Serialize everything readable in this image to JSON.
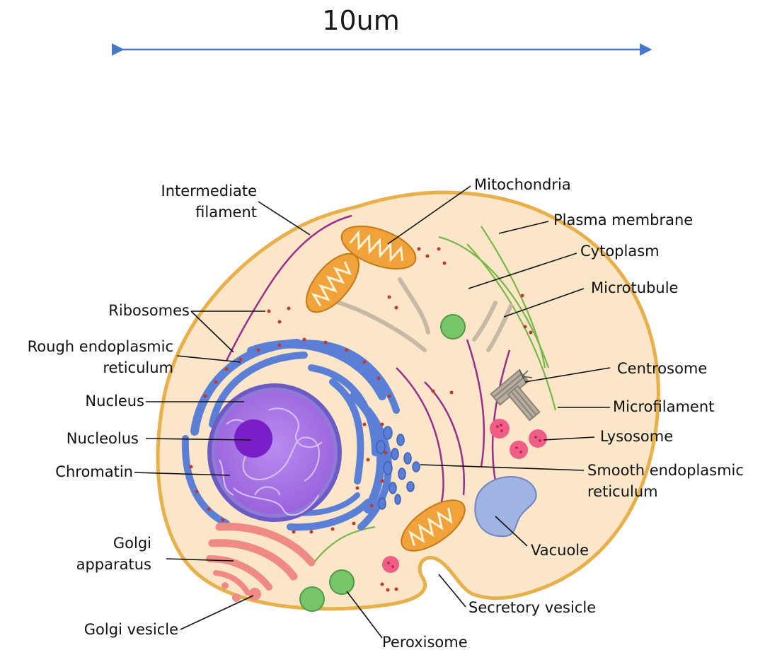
{
  "scale_bar": {
    "label": "10um",
    "color": "#4a78c8"
  },
  "labels": {
    "intermediate_filament": [
      "Intermediate",
      "filament"
    ],
    "mitochondria": "Mitochondria",
    "plasma_membrane": "Plasma membrane",
    "cytoplasm": "Cytoplasm",
    "microtubule": "Microtubule",
    "ribosomes": "Ribosomes",
    "rough_er": [
      "Rough endoplasmic",
      "reticulum"
    ],
    "nucleus": "Nucleus",
    "nucleolus": "Nucleolus",
    "chromatin": "Chromatin",
    "centrosome": "Centrosome",
    "microfilament": "Microfilament",
    "lysosome": "Lysosome",
    "smooth_er": [
      "Smooth endoplasmic",
      "reticulum"
    ],
    "golgi_apparatus": [
      "Golgi",
      "apparatus"
    ],
    "vacuole": "Vacuole",
    "secretory_vesicle": "Secretory vesicle",
    "golgi_vesicle": "Golgi vesicle",
    "peroxisome": "Peroxisome"
  },
  "colors": {
    "cytoplasm": "#fbe6c9",
    "membrane": "#e8b04a",
    "nucleus": "#a877e0",
    "nucleolus": "#7a1fc8",
    "er": "#5b7fd6",
    "ribosome": "#c0392b",
    "mitochondria": "#f0a23b",
    "golgi": "#f08a84",
    "peroxisome": "#79c66a",
    "lysosome": "#ef5e86",
    "vacuole": "#9fb4e3",
    "filament": "#9b2d8c",
    "microfilament": "#7ab648"
  }
}
